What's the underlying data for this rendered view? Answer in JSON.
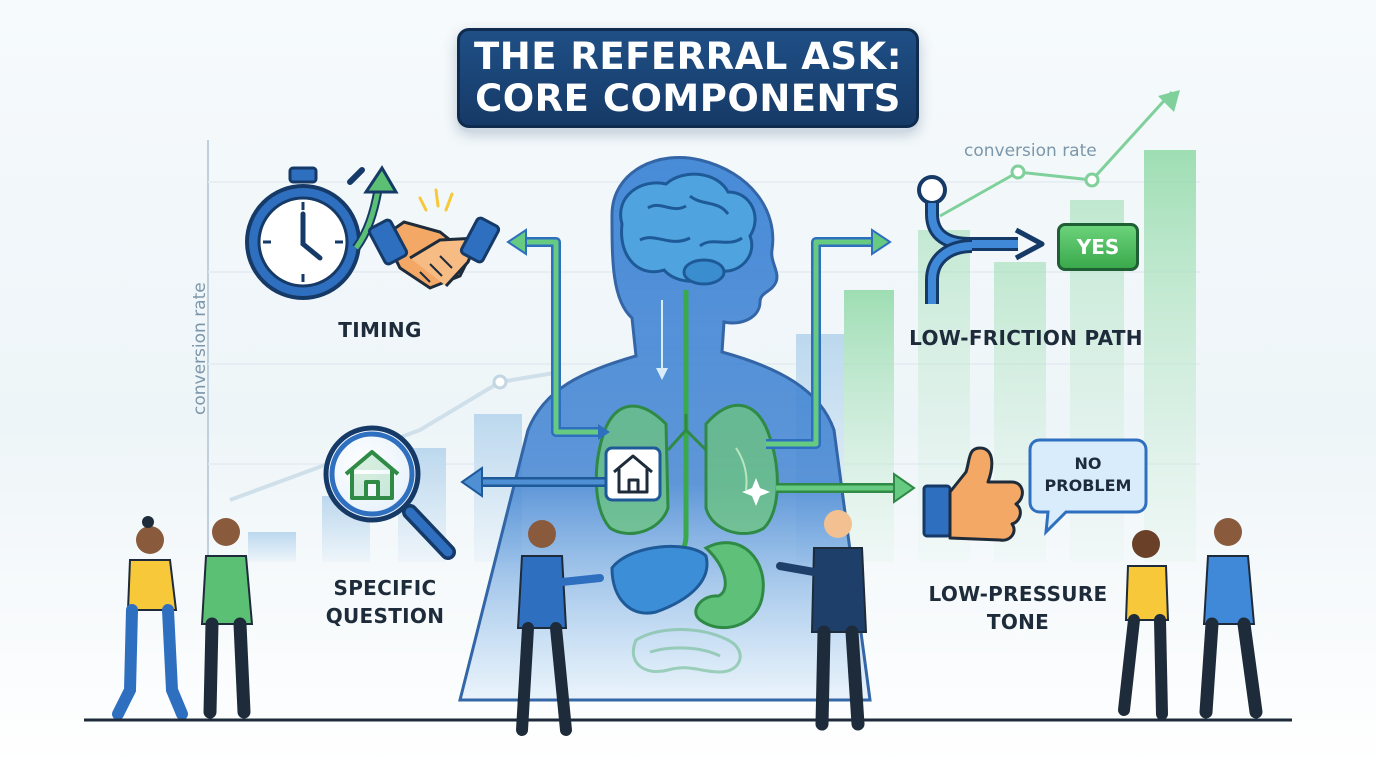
{
  "title": {
    "line1": "THE REFERRAL ASK:",
    "line2": "CORE COMPONENTS"
  },
  "labels": {
    "timing": "TIMING",
    "low_friction_path": "LOW-FRICTION PATH",
    "specific_question_1": "SPECIFIC",
    "specific_question_2": "QUESTION",
    "low_pressure_tone_1": "LOW-PRESSURE",
    "low_pressure_tone_2": "TONE"
  },
  "axis": {
    "vertical_label": "conversion rate",
    "top_label": "conversion rate"
  },
  "yes_button": "YES",
  "bubble": {
    "line1": "NO",
    "line2": "PROBLEM"
  },
  "colors": {
    "navy": "#163a67",
    "blue": "#2f6fc0",
    "green": "#4cb86a",
    "orange": "#f2a24a",
    "yellow": "#f6c83a",
    "ground": "#1d2b3a"
  },
  "icons": [
    "stopwatch-icon",
    "handshake-icon",
    "magnifier-house-icon",
    "branch-path-icon",
    "thumbs-up-icon",
    "speech-bubble-icon",
    "brain-icon",
    "lungs-icon",
    "stomach-icon",
    "intestine-icon",
    "house-icon"
  ]
}
